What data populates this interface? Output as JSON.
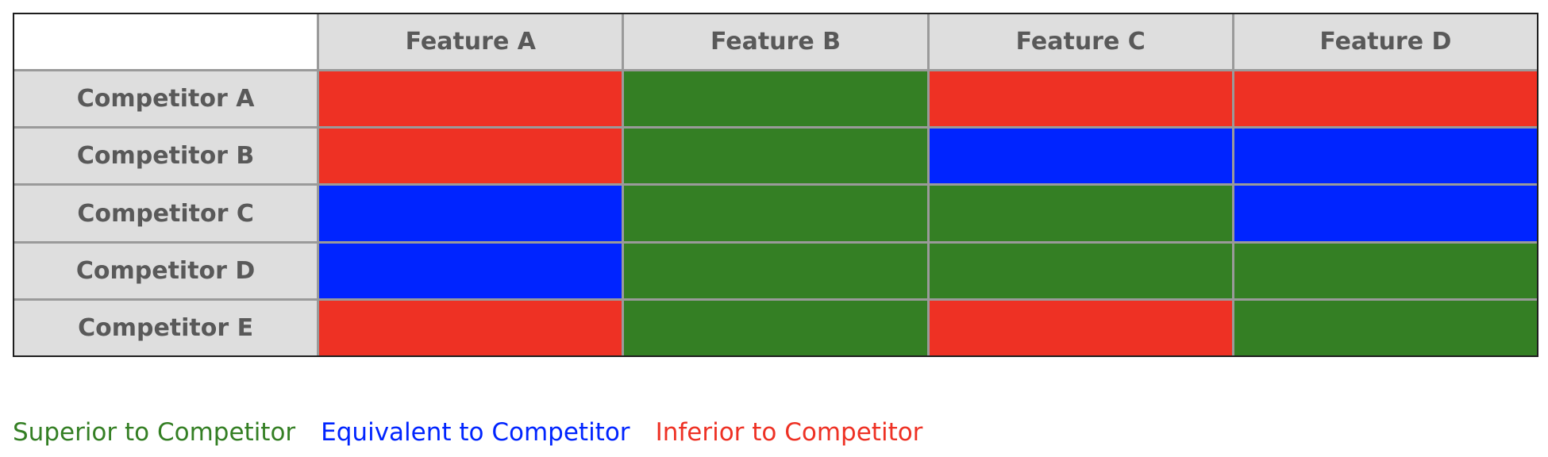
{
  "chart_data": {
    "type": "heatmap",
    "columns": [
      "Feature A",
      "Feature B",
      "Feature C",
      "Feature D"
    ],
    "rows": [
      "Competitor A",
      "Competitor B",
      "Competitor C",
      "Competitor D",
      "Competitor E"
    ],
    "values": [
      [
        "inferior",
        "superior",
        "inferior",
        "inferior"
      ],
      [
        "inferior",
        "superior",
        "equivalent",
        "equivalent"
      ],
      [
        "equivalent",
        "superior",
        "superior",
        "equivalent"
      ],
      [
        "equivalent",
        "superior",
        "superior",
        "superior"
      ],
      [
        "inferior",
        "superior",
        "inferior",
        "superior"
      ]
    ],
    "legend": [
      {
        "key": "superior",
        "label": "Superior to Competitor",
        "color": "#347f24"
      },
      {
        "key": "equivalent",
        "label": "Equivalent to Competitor",
        "color": "#0024ff"
      },
      {
        "key": "inferior",
        "label": "Inferior to Competitor",
        "color": "#ee3124"
      }
    ]
  },
  "colors": {
    "header_bg": "#dedede",
    "header_text": "#595959",
    "grid_line": "#9a9a9a",
    "outer_border": "#1e1e1e"
  }
}
